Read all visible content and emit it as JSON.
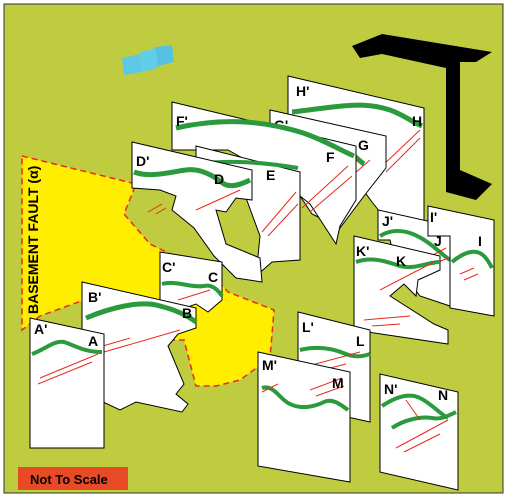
{
  "colors": {
    "background": "#bfcc3f",
    "panel": "#ffffff",
    "horizon": "#2a9a3c",
    "faults": "#e8291e",
    "basement_block": "#ffee00",
    "basement_outline": "#e8291e",
    "badge": "#e84a26",
    "black_block": "#000000",
    "blue_block": "#5cc8e6"
  },
  "basement_label": "BASEMENT FAULT (α)",
  "scale_badge": "Not To Scale",
  "sections": [
    {
      "id": "H",
      "start": "H'",
      "end": "H"
    },
    {
      "id": "G",
      "start": "G'",
      "end": "G"
    },
    {
      "id": "F",
      "start": "F'",
      "end": "F"
    },
    {
      "id": "E",
      "start": "",
      "end": "E"
    },
    {
      "id": "D",
      "start": "D'",
      "end": "D"
    },
    {
      "id": "C",
      "start": "C'",
      "end": "C"
    },
    {
      "id": "B",
      "start": "B'",
      "end": "B"
    },
    {
      "id": "A",
      "start": "A'",
      "end": "A"
    },
    {
      "id": "J",
      "start": "J'",
      "end": "J"
    },
    {
      "id": "I",
      "start": "I'",
      "end": "I"
    },
    {
      "id": "K",
      "start": "K'",
      "end": "K"
    },
    {
      "id": "L",
      "start": "L'",
      "end": "L"
    },
    {
      "id": "M",
      "start": "M'",
      "end": "M"
    },
    {
      "id": "N",
      "start": "N'",
      "end": "N"
    }
  ]
}
